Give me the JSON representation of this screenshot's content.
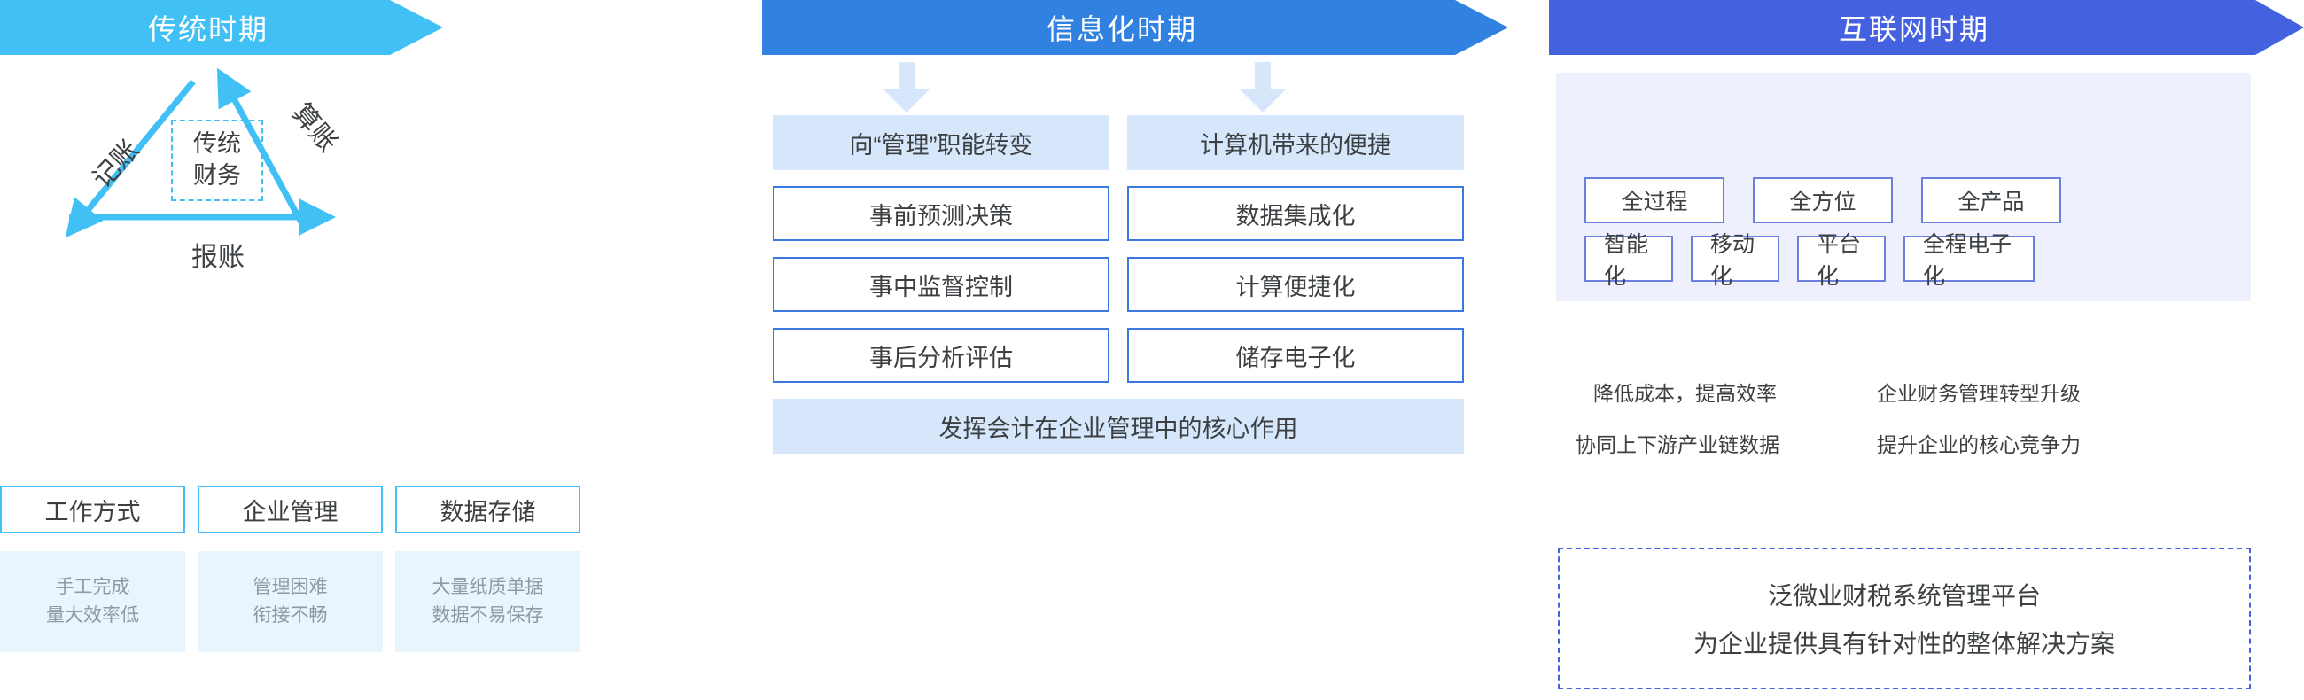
{
  "banners": [
    {
      "title": "传统时期",
      "color": "#40c0f5"
    },
    {
      "title": "信息化时期",
      "color": "#3182e0"
    },
    {
      "title": "互联网时期",
      "color": "#4461e0"
    }
  ],
  "traditional": {
    "triangle": {
      "left_label": "记账",
      "right_label": "算账",
      "bottom_label": "报账",
      "center_line1": "传统",
      "center_line2": "财务",
      "arrow_color": "#40c0f5"
    },
    "cards": [
      {
        "head": "工作方式",
        "sub1": "手工完成",
        "sub2": "量大效率低"
      },
      {
        "head": "企业管理",
        "sub1": "管理困难",
        "sub2": "衔接不畅"
      },
      {
        "head": "数据存储",
        "sub1": "大量纸质单据",
        "sub2": "数据不易保存"
      }
    ]
  },
  "informatization": {
    "highlight_left": "向“管理”职能转变",
    "highlight_right": "计算机带来的便捷",
    "rows": [
      {
        "left": "事前预测决策",
        "right": "数据集成化"
      },
      {
        "left": "事中监督控制",
        "right": "计算便捷化"
      },
      {
        "left": "事后分析评估",
        "right": "储存电子化"
      }
    ],
    "footer": "发挥会计在企业管理中的核心作用",
    "arrow_color": "#d6e6fb",
    "box_border": "#3a79e0"
  },
  "internet": {
    "tags_row1": [
      "全过程",
      "全方位",
      "全产品"
    ],
    "tags_row2": [
      "智能化",
      "移动化",
      "平台化",
      "全程电子化"
    ],
    "benefits": [
      "降低成本，提高效率",
      "企业财务管理转型升级",
      "协同上下游产业链数据",
      "提升企业的核心竞争力"
    ],
    "platform_line1": "泛微业财税系统管理平台",
    "platform_line2": "为企业提供具有针对性的整体解决方案",
    "panel_bg": "#eef0fd",
    "tag_border": "#6a7fe0"
  }
}
